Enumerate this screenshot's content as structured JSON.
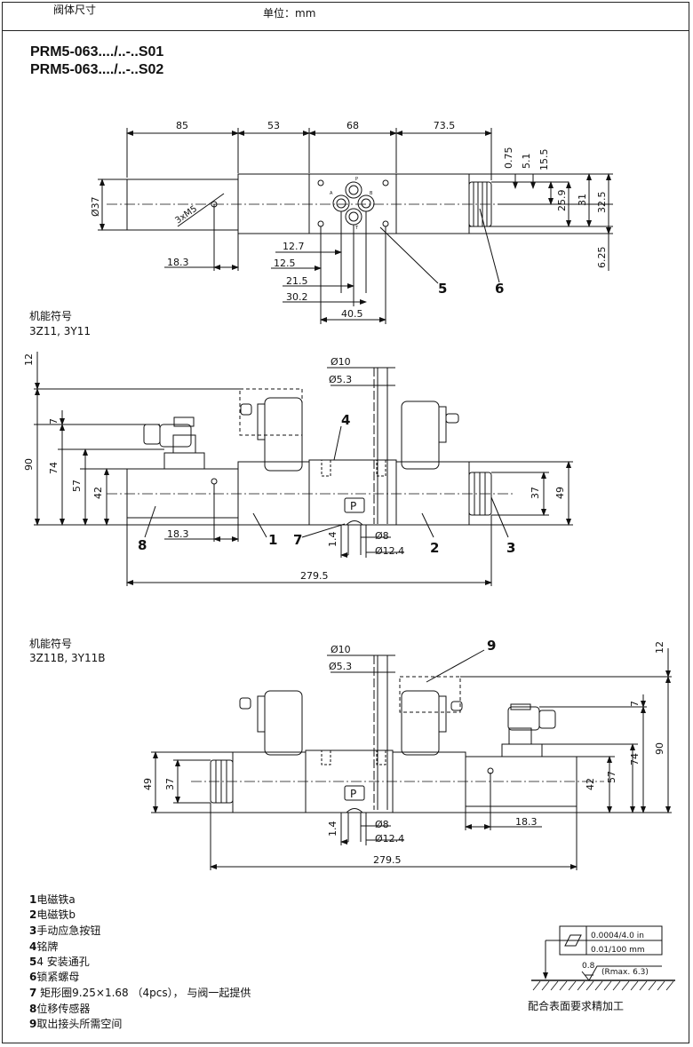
{
  "header": {
    "title": "阀体尺寸",
    "unit": "单位：mm"
  },
  "models": [
    "PRM5-063..../..-..S01",
    "PRM5-063..../..-..S02"
  ],
  "top_view": {
    "dims_top": [
      "85",
      "53",
      "68",
      "73.5"
    ],
    "dims_right": [
      "0.75",
      "5.1",
      "15.5",
      "25.9",
      "31",
      "32.5",
      "6.25"
    ],
    "dia_left": "Ø37",
    "thread": "3xM5",
    "dims_bottom": [
      "12.7",
      "12.5",
      "21.5",
      "30.2",
      "40.5",
      "18.3"
    ],
    "callouts": [
      "5",
      "6"
    ],
    "ports": [
      "P",
      "A",
      "B",
      "T"
    ]
  },
  "view2": {
    "section_label": "机能符号",
    "section_codes": "3Z11, 3Y11",
    "dims_left": [
      "12",
      "7",
      "90",
      "74",
      "57",
      "42"
    ],
    "dims_top": [
      "Ø10",
      "Ø5.3"
    ],
    "dims_right": [
      "37",
      "49"
    ],
    "dims_bottom": [
      "18.3",
      "1.4",
      "Ø8",
      "Ø12.4",
      "279.5"
    ],
    "callouts": [
      "4",
      "8",
      "1",
      "7",
      "2",
      "3"
    ],
    "plate": "P"
  },
  "view3": {
    "section_label": "机能符号",
    "section_codes": "3Z11B, 3Y11B",
    "dims_top": [
      "Ø10",
      "Ø5.3"
    ],
    "dims_right": [
      "12",
      "7",
      "74",
      "90",
      "57",
      "42"
    ],
    "dims_left": [
      "49",
      "37"
    ],
    "dims_bottom": [
      "18.3",
      "1.4",
      "Ø8",
      "Ø12.4",
      "279.5"
    ],
    "callouts": [
      "9"
    ],
    "plate": "P"
  },
  "legend": [
    {
      "num": "1",
      "text": "电磁铁a"
    },
    {
      "num": "2",
      "text": "电磁铁b"
    },
    {
      "num": "3",
      "text": "手动应急按钮"
    },
    {
      "num": "4",
      "text": "铭牌"
    },
    {
      "num": "5",
      "text": "4 安装通孔"
    },
    {
      "num": "6",
      "text": "锁紧螺母"
    },
    {
      "num": "7",
      "text": " 矩形圈9.25×1.68 （4pcs）， 与阀一起提供"
    },
    {
      "num": "8",
      "text": "位移传感器"
    },
    {
      "num": "9",
      "text": "取出接头所需空间"
    }
  ],
  "surface": {
    "flatness_1": "0.0004/4.0 in",
    "flatness_2": "0.01/100 mm",
    "roughness": "0.8",
    "rmax": "(Rmax. 6.3)",
    "note": "配合表面要求精加工"
  }
}
